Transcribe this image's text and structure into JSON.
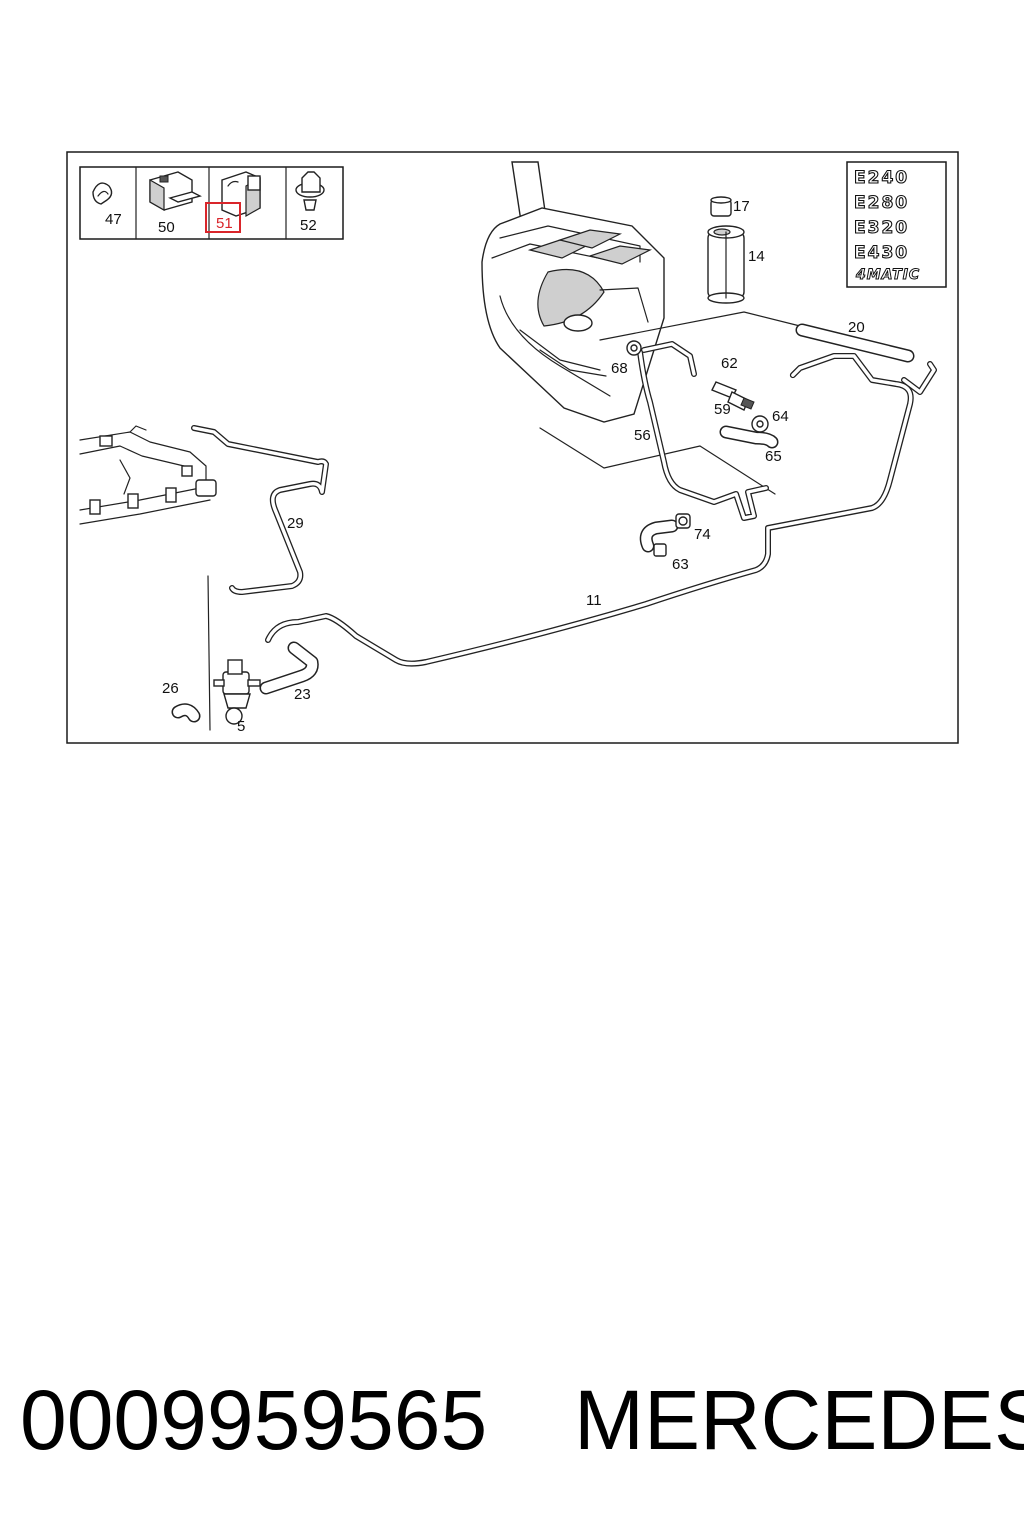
{
  "inset_callouts": [
    "47",
    "50",
    "51",
    "52"
  ],
  "highlighted_callout": "51",
  "callouts": {
    "c17": "17",
    "c14": "14",
    "c20": "20",
    "c62": "62",
    "c68": "68",
    "c59": "59",
    "c64": "64",
    "c56": "56",
    "c65": "65",
    "c29": "29",
    "c74": "74",
    "c63": "63",
    "c11": "11",
    "c26": "26",
    "c23": "23",
    "c5": "5"
  },
  "model_badges": [
    "E240",
    "E280",
    "E320",
    "E430"
  ],
  "matic_badge": "4MATIC",
  "part_number": "0009959565",
  "brand": "MERCEDES",
  "colors": {
    "highlight": "#d9252a",
    "line": "#222222"
  }
}
